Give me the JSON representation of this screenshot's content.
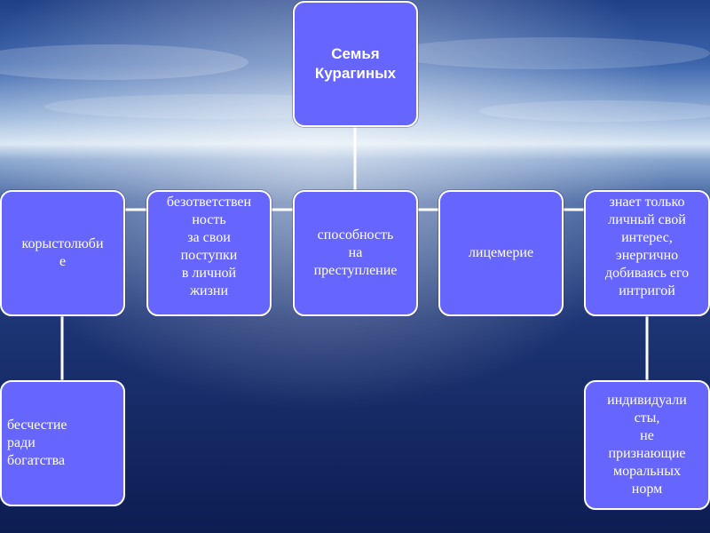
{
  "diagram": {
    "root": "Семья\nКурагиных",
    "row": [
      "корыстолюби\nе",
      "безответствен\nность\nза свои\nпоступки\nв личной\nжизни",
      "способность\nна\nпреступление",
      "лицемерие",
      "знает только\nличный свой\nинтерес,\nэнергично\nдобиваясь его\nинтригой"
    ],
    "left_child": "бесчестие\nради\n богатства",
    "right_child": "индивидуали\nсты,\nне\nпризнающие\nморальных\nнорм"
  },
  "colors": {
    "node_fill": "#6666ff",
    "node_border": "#ffffff",
    "connector": "#ffffff"
  }
}
